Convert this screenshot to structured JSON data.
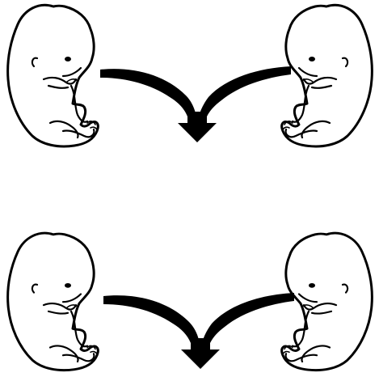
{
  "diagram": {
    "rows": [
      {
        "left": "embryo",
        "right": "embryo",
        "connector": "merging-arrow-down"
      },
      {
        "left": "embryo",
        "right": "embryo",
        "connector": "merging-arrow-down"
      }
    ],
    "colors": {
      "line": "#000000",
      "background": "#ffffff"
    }
  }
}
